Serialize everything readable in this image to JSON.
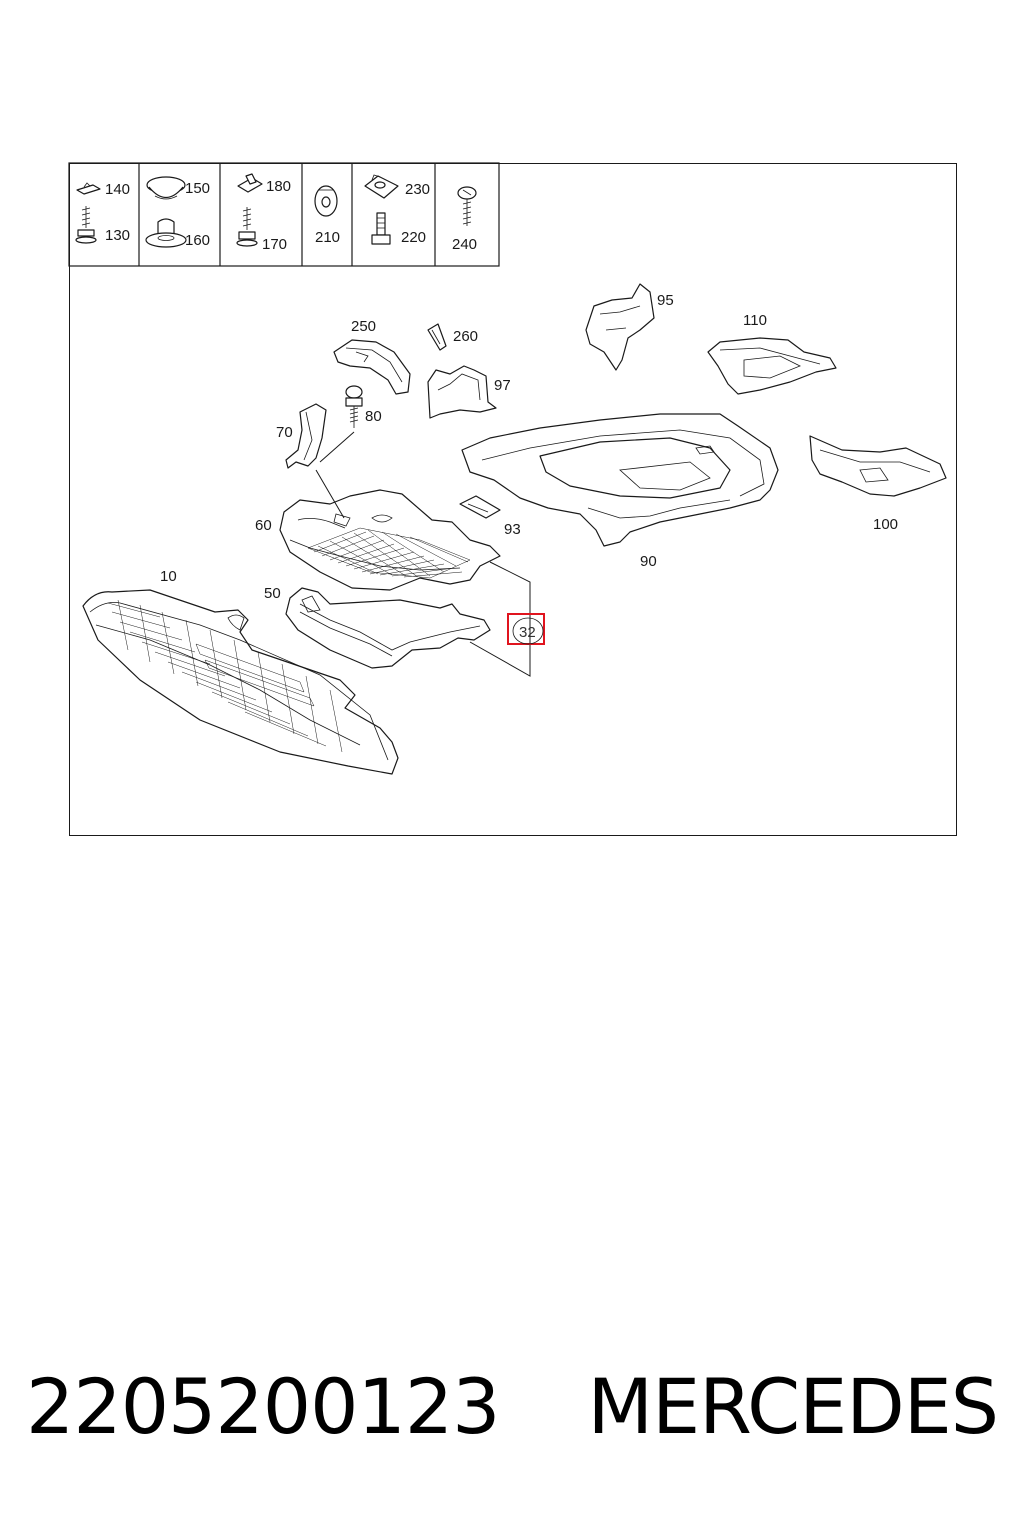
{
  "fasteners": {
    "f140": "140",
    "f130": "130",
    "f150": "150",
    "f160": "160",
    "f180": "180",
    "f170": "170",
    "f210": "210",
    "f230": "230",
    "f220": "220",
    "f240": "240"
  },
  "parts": {
    "p10": "10",
    "p50": "50",
    "p60": "60",
    "p70": "70",
    "p80": "80",
    "p90": "90",
    "p93": "93",
    "p95": "95",
    "p97": "97",
    "p100": "100",
    "p110": "110",
    "p250": "250",
    "p260": "260"
  },
  "highlight": {
    "label": "32",
    "color": "#e0141e"
  },
  "caption": {
    "part_number": "2205200123",
    "brand": "MERCEDES"
  }
}
